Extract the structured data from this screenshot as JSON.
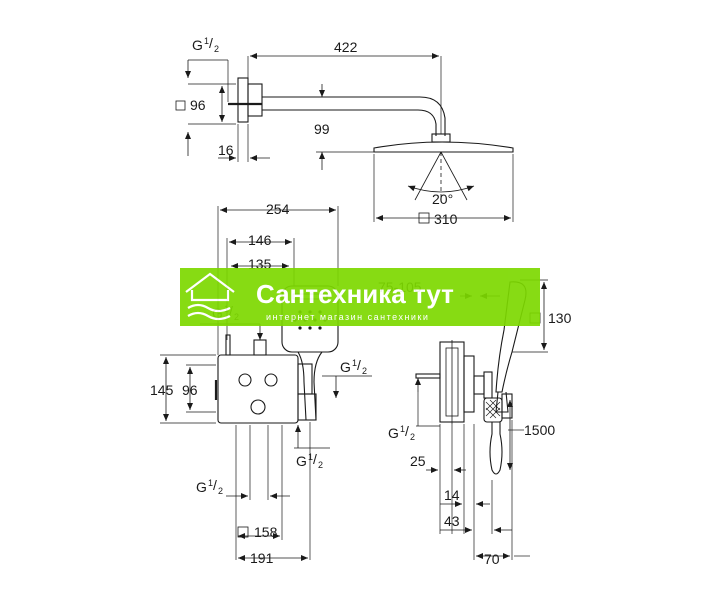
{
  "diagram": {
    "top": {
      "arm_length": "422",
      "thread_top": "G",
      "square_96": "96",
      "drop_99": "99",
      "wall_16": "16",
      "angle": "20°",
      "square_310": "310"
    },
    "front": {
      "width_254": "254",
      "width_146": "146",
      "width_135": "135",
      "thread_left": "G",
      "h_145": "145",
      "h_96": "96",
      "thread_right": "G",
      "thread_bottom_right": "G",
      "thread_bottom_left": "G",
      "square_158": "158",
      "width_191": "191"
    },
    "side": {
      "range_75_105": "75-105",
      "head_130": "130",
      "hose_1500": "1500",
      "thread_side": "G",
      "depth_25": "25",
      "depth_14": "14",
      "depth_43": "43",
      "depth_70": "70"
    },
    "fraction_num": "1",
    "fraction_den": "2"
  },
  "watermark": {
    "title": "Сантехника тут",
    "subtitle": "интернет магазин сантехники",
    "color": "#7dd800"
  }
}
